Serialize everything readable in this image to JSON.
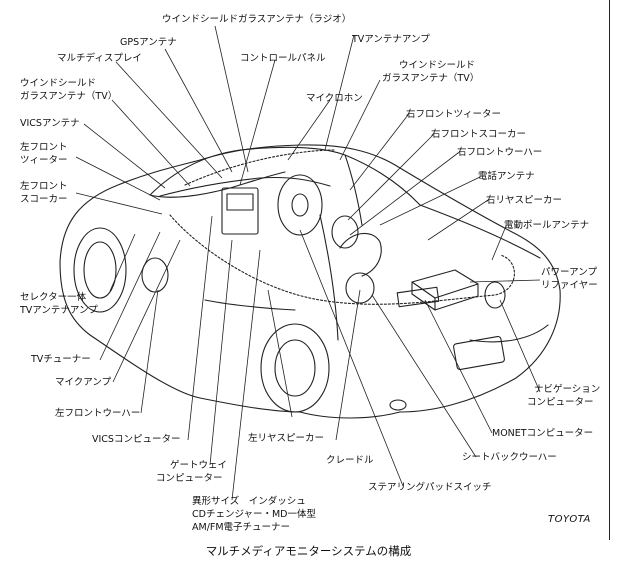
{
  "caption": "マルチメディアモニターシステムの構成",
  "brand": "TOYOTA",
  "labels": {
    "windshield_radio": "ウインドシールドガラスアンテナ（ラジオ）",
    "gps": "GPSアンテナ",
    "tv_amp": "TVアンテナアンプ",
    "multi_display": "マルチディスプレイ",
    "control_panel": "コントロールパネル",
    "windshield_tv_right_1": "ウインドシールド",
    "windshield_tv_right_2": "ガラスアンテナ（TV）",
    "windshield_tv_left_1": "ウインドシールド",
    "windshield_tv_left_2": "ガラスアンテナ（TV）",
    "microphone": "マイクロホン",
    "vics_antenna": "VICSアンテナ",
    "right_tweeter": "右フロントツィーター",
    "right_speaker": "右フロントスコーカー",
    "left_tweeter_1": "左フロント",
    "left_tweeter_2": "ツィーター",
    "right_woofer": "右フロントウーハー",
    "phone_antenna": "電話アンテナ",
    "left_speaker_1": "左フロント",
    "left_speaker_2": "スコーカー",
    "right_rear_speaker": "右リヤスピーカー",
    "power_antenna": "電動ポールアンテナ",
    "power_amp_1": "パワーアンプ",
    "power_amp_2": "リファイヤー",
    "selector_1": "セレクター一体",
    "selector_2": "TVアンテナアンプ",
    "tv_tuner": "TVチューナー",
    "nav_1": "ナビゲーション",
    "nav_2": "コンピューター",
    "mic_amp": "マイクアンプ",
    "left_woofer": "左フロントウーハー",
    "monet": "MONETコンピューター",
    "vics_computer": "VICSコンピューター",
    "left_rear_speaker": "左リヤスピーカー",
    "seatback_woofer": "シートバックウーハー",
    "cradle": "クレードル",
    "gateway_1": "ゲートウェイ",
    "gateway_2": "コンピューター",
    "steering_switch": "ステアリングパッドスイッチ",
    "head_unit_1": "異形サイズ　インダッシュ",
    "head_unit_2": "CDチェンジャー・MD一体型",
    "head_unit_3": "AM/FM電子チューナー"
  }
}
